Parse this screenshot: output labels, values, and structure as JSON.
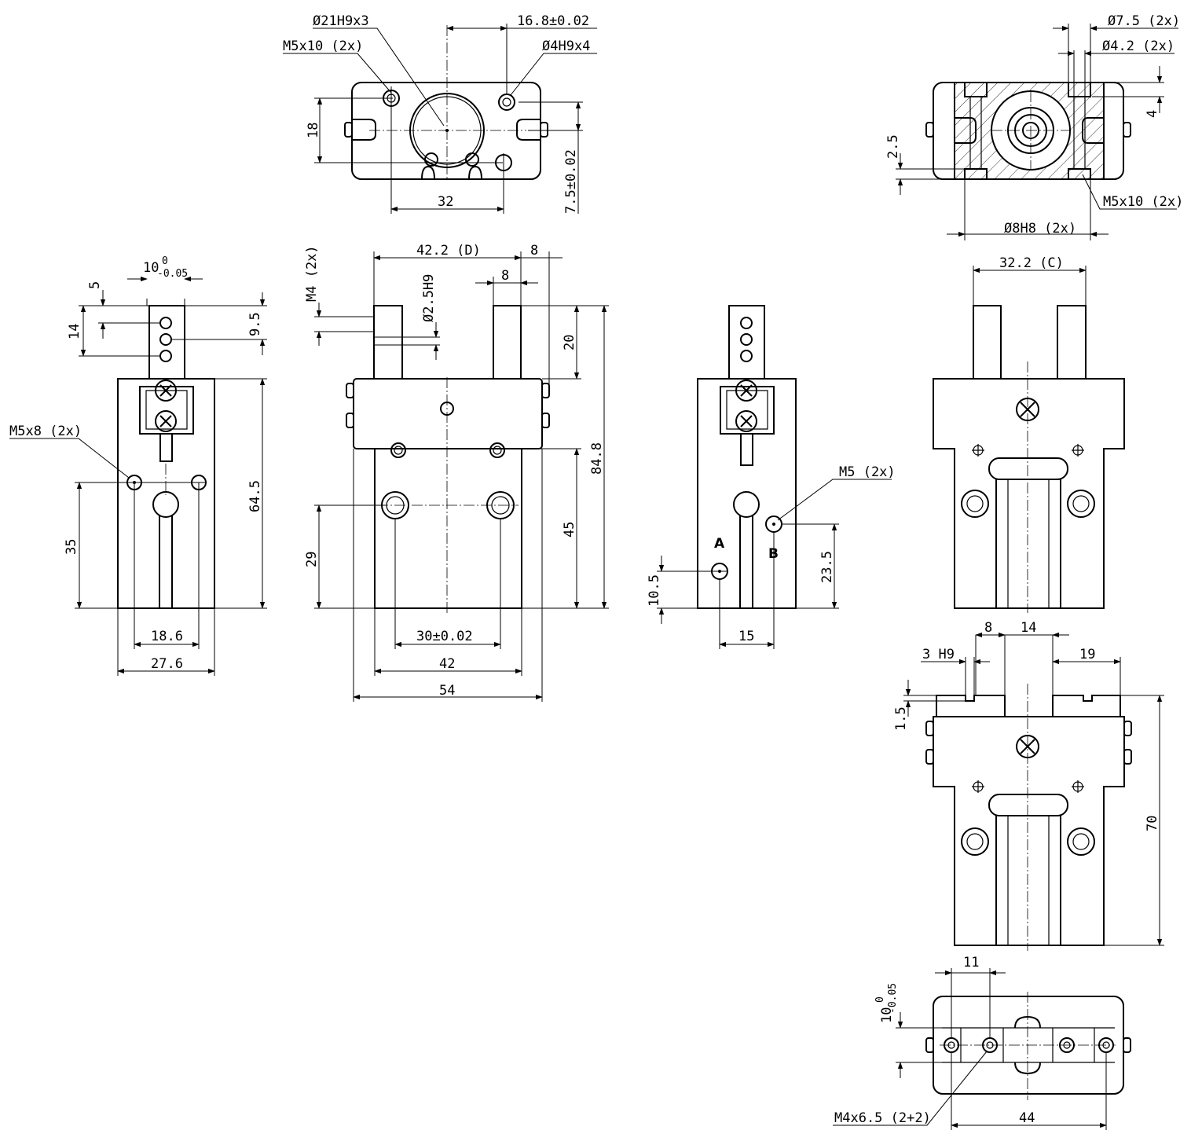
{
  "top_view": {
    "center_bore": "Ø21H9x3",
    "pin_offset": "16.8±0.02",
    "thread_holes": "M5x10 (2x)",
    "pin_holes": "Ø4H9x4",
    "height": "18",
    "spacing": "32",
    "y_offset": "7.5±0.02"
  },
  "section_view": {
    "cbore": "Ø7.5 (2x)",
    "thru": "Ø4.2 (2x)",
    "depth": "4",
    "gap": "2.5",
    "thread": "M5x10 (2x)",
    "dowel": "Ø8H8 (2x)"
  },
  "side_left": {
    "tol_nominal": "10",
    "tol_upper": "0",
    "tol_lower": "-0.05",
    "d5": "5",
    "d14": "14",
    "d9_5": "9.5",
    "thread": "M5x8 (2x)",
    "d64_5": "64.5",
    "d35": "35",
    "d18_6": "18.6",
    "d27_6": "27.6"
  },
  "front_view": {
    "d42_2": "42.2 (D)",
    "d8a": "8",
    "d8b": "8",
    "thread_m4": "M4 (2x)",
    "pin": "Ø2.5H9",
    "d20": "20",
    "d84_8": "84.8",
    "d45": "45",
    "d29": "29",
    "d30": "30±0.02",
    "d42": "42",
    "d54": "54"
  },
  "side_right": {
    "port": "M5 (2x)",
    "port_a": "A",
    "port_b": "B",
    "d10_5": "10.5",
    "d23_5": "23.5",
    "d15": "15"
  },
  "rear_open": {
    "stroke": "32.2 (C)"
  },
  "rear_closed": {
    "d8": "8",
    "d14": "14",
    "d3h9": "3 H9",
    "d19": "19",
    "d1_5": "1.5",
    "d70": "70"
  },
  "bottom_view": {
    "d11": "11",
    "tol_nominal": "10",
    "tol_upper": "0",
    "tol_lower": "-0.05",
    "thread": "M4x6.5 (2+2)",
    "d44": "44"
  }
}
